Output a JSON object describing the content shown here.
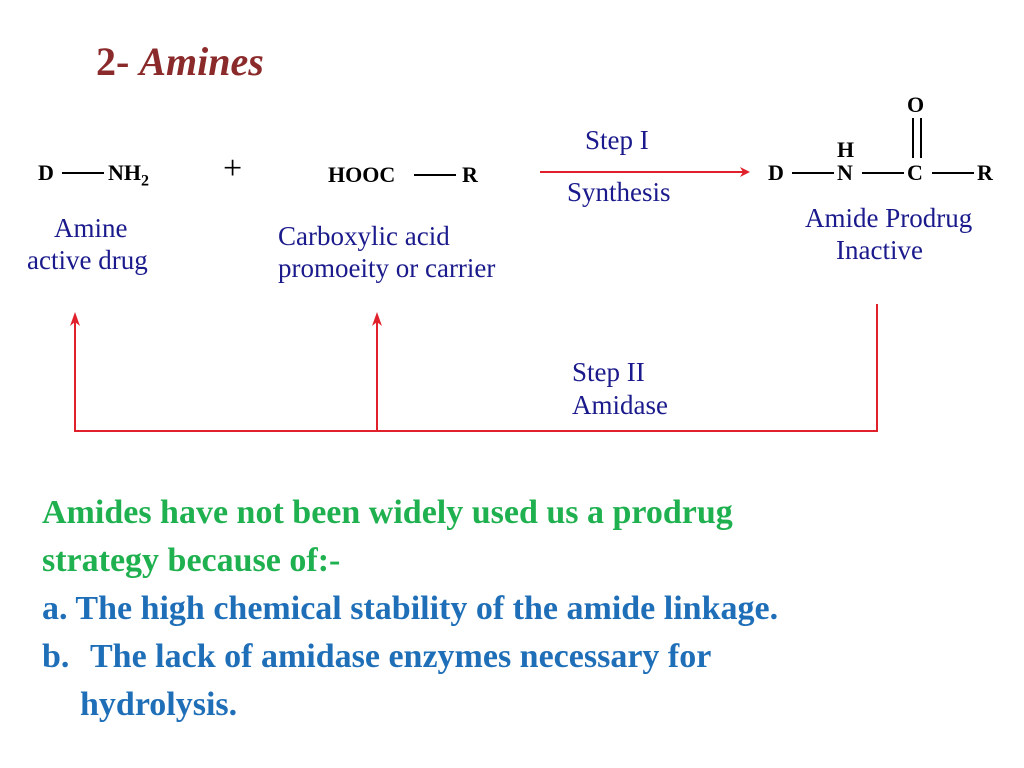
{
  "title": {
    "number": "2-",
    "text": "Amines"
  },
  "reaction": {
    "amine": {
      "d": "D",
      "group": "NH",
      "subscript": "2"
    },
    "plus": "+",
    "acid": {
      "group": "HOOC",
      "r": "R"
    },
    "amide": {
      "d": "D",
      "h": "H",
      "n": "N",
      "c": "C",
      "o": "O",
      "r": "R"
    },
    "step1": {
      "line1": "Step I",
      "line2": "Synthesis"
    },
    "step2": {
      "line1": "Step II",
      "line2": "Amidase"
    },
    "labels": {
      "amine_line1": "Amine",
      "amine_line2": "active drug",
      "acid_line1": "Carboxylic acid",
      "acid_line2": "promoeity or carrier",
      "amide_line1": "Amide Prodrug",
      "amide_line2": "Inactive"
    }
  },
  "text_block": {
    "intro_line1": "Amides have not been widely used us a prodrug",
    "intro_line2": "strategy because of:-",
    "item_a_marker": "a.",
    "item_a_text": "The high chemical stability of the amide linkage.",
    "item_b_marker": "b.",
    "item_b_text_line1": "The lack of amidase enzymes necessary for",
    "item_b_text_line2": "hydrolysis."
  },
  "colors": {
    "title": "#8b2a2a",
    "label": "#1a1a8c",
    "arrow": "#e0202a",
    "intro": "#1fb04f",
    "list": "#1f6fb8"
  }
}
